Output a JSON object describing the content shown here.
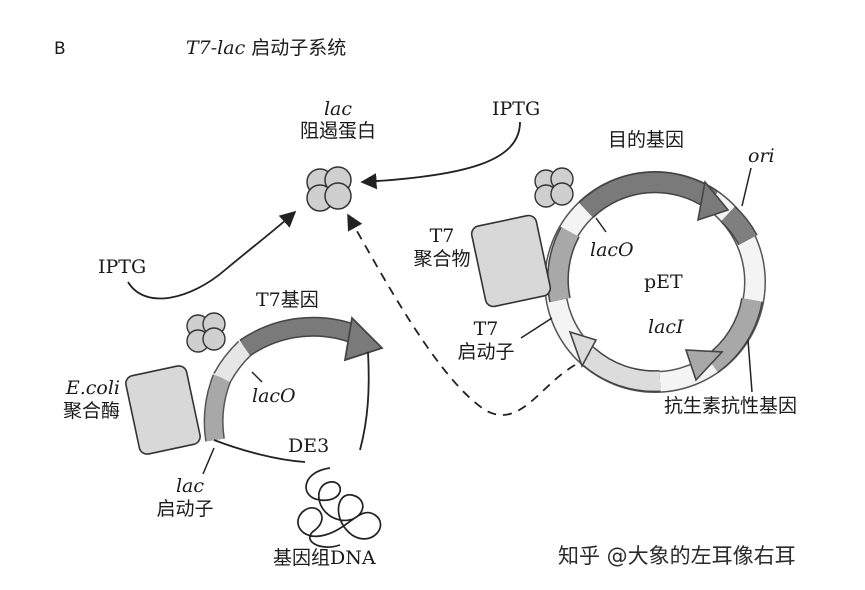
{
  "header": {
    "panel_letter": "B",
    "title_italic": "T7-lac",
    "title_rest": " 启动子系统"
  },
  "repressor": {
    "italic": "lac",
    "name": "阻遏蛋白"
  },
  "iptg": {
    "top": "IPTG",
    "left": "IPTG"
  },
  "host": {
    "t7_gene": "T7基因",
    "laco": "lacO",
    "ecoli_italic": "E.coli",
    "ecoli_name": "聚合酶",
    "lac_italic": "lac",
    "lac_promoter": "启动子",
    "de3": "DE3",
    "genomic": "基因组DNA"
  },
  "plasmid": {
    "target_gene": "目的基因",
    "ori": "ori",
    "t7_pol_line1": "T7",
    "t7_pol_line2": "聚合物",
    "laco": "lacO",
    "pet": "pET",
    "lacI": "lacI",
    "t7_prom_line1": "T7",
    "t7_prom_line2": "启动子",
    "antibiotic": "抗生素抗性基因"
  },
  "watermark": "知乎 @大象的左耳像右耳",
  "colors": {
    "dark_arrow": "#7a7a7a",
    "medium": "#a8a8a8",
    "light": "#dcdcdc",
    "white_seg": "#f4f4f4"
  }
}
